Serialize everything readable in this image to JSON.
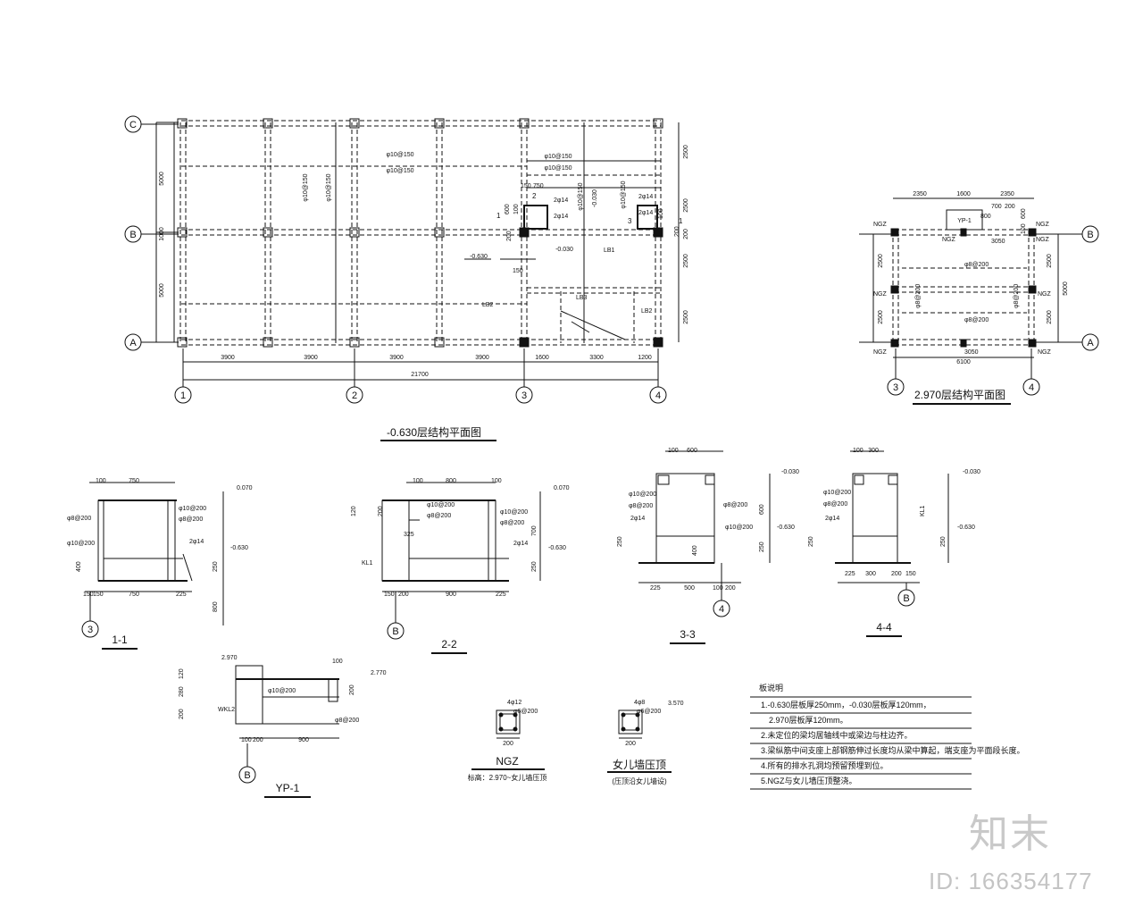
{
  "plan_main": {
    "title": "-0.630层结构平面图",
    "axes_letter": [
      "C",
      "B",
      "A"
    ],
    "axes_number": [
      "1",
      "2",
      "3",
      "4"
    ],
    "bottom_dims": [
      "3900",
      "3900",
      "3900",
      "3900",
      "1600",
      "3300",
      "1200"
    ],
    "total_dim": "21700",
    "left_dims": [
      "5000",
      "1000",
      "5000"
    ],
    "right_dims": [
      "2500",
      "2500",
      "200",
      "2500",
      "2500"
    ],
    "rebar_labels": [
      "φ10@150",
      "φ10@150",
      "φ10@150",
      "φ10@150",
      "φ10@150",
      "φ10@150",
      "φ10@150",
      "φ10@150"
    ],
    "level_labels": [
      "-0.630",
      "-0.030",
      "-0.030"
    ],
    "beam_labels": [
      "LB1",
      "LB2",
      "LB3",
      "LB2",
      "2φ14",
      "2φ14",
      "2φ14",
      "2φ14"
    ],
    "small_dims": [
      "150",
      "750",
      "600",
      "100",
      "200",
      "150",
      "1",
      "2",
      "3",
      "1",
      "100",
      "200"
    ]
  },
  "plan_right": {
    "title": "2.970层结构平面图",
    "top_dims": [
      "2350",
      "1600",
      "2350"
    ],
    "bottom_dim": "6100",
    "side_dims": [
      "2500",
      "2500",
      "5000"
    ],
    "labels": [
      "YP-1",
      "NGZ",
      "NGZ",
      "NGZ",
      "NGZ",
      "NGZ",
      "NGZ",
      "NGZ",
      "NGZ"
    ],
    "small_dims": [
      "700",
      "200",
      "800",
      "600",
      "100",
      "3050",
      "3050"
    ],
    "rebar_labels": [
      "φ8@200",
      "φ8@200",
      "φ8@200",
      "φ8@200"
    ],
    "axes": [
      "3",
      "4",
      "B",
      "A"
    ]
  },
  "sections": [
    {
      "title": "1-1",
      "axis": "3",
      "dims": [
        "100",
        "750",
        "150",
        "150",
        "750",
        "225",
        "400",
        "250",
        "800"
      ],
      "levels": [
        "0.070",
        "-0.630"
      ],
      "rebar": [
        "φ8@200",
        "φ10@200",
        "φ10@200",
        "φ8@200",
        "2φ14"
      ]
    },
    {
      "title": "2-2",
      "axis": "B",
      "dims": [
        "100",
        "800",
        "100",
        "150",
        "200",
        "900",
        "225",
        "120",
        "200",
        "325",
        "700",
        "250"
      ],
      "levels": [
        "0.070",
        "-0.630"
      ],
      "rebar": [
        "φ10@200",
        "φ8@200",
        "φ10@200",
        "φ8@200",
        "2φ14",
        "KL1"
      ]
    },
    {
      "title": "3-3",
      "axis": "4",
      "dims": [
        "100",
        "600",
        "225",
        "500",
        "100",
        "200",
        "600",
        "400",
        "250"
      ],
      "levels": [
        "-0.030",
        "-0.630"
      ],
      "rebar": [
        "φ10@200",
        "φ8@200",
        "2φ14",
        "φ10@200",
        "φ8@200"
      ]
    },
    {
      "title": "4-4",
      "axis": "B",
      "dims": [
        "100",
        "300",
        "225",
        "300",
        "200",
        "150",
        "250"
      ],
      "levels": [
        "-0.030",
        "-0.630"
      ],
      "rebar": [
        "φ10@200",
        "φ8@200",
        "2φ14",
        "KL1"
      ]
    }
  ],
  "detail_yp1": {
    "title": "YP-1",
    "axis": "B",
    "dims": [
      "100",
      "200",
      "900",
      "120",
      "280",
      "200",
      "100",
      "200"
    ],
    "levels": [
      "2.970",
      "2.770"
    ],
    "labels": [
      "φ10@200",
      "φ8@200",
      "WKL2"
    ]
  },
  "detail_ngz": {
    "title": "NGZ",
    "note": "标高：2.970~女儿墙压顶",
    "dim": "200",
    "rebar": [
      "4φ12",
      "φ6@200"
    ]
  },
  "detail_nz": {
    "title": "女儿墙压顶",
    "note": "(压顶沿女儿墙设)",
    "dim": "200",
    "rebar": [
      "4φ8",
      "φ6@200"
    ],
    "level": "3.570"
  },
  "notes": {
    "title": "板说明",
    "lines": [
      "1.-0.630层板厚250mm，-0.030层板厚120mm，",
      "2.970层板厚120mm。",
      "2.未定位的梁均居轴线中或梁边与柱边齐。",
      "3.梁纵筋中间支座上部钢筋伸过长度均从梁中算起，端支座为平面段长度。",
      "4.所有的排水孔洞均预留预埋到位。",
      "5.NGZ与女儿墙压顶整浇。"
    ]
  },
  "watermark": {
    "brand": "知末",
    "id": "ID: 166354177"
  },
  "colors": {
    "ink": "#111111",
    "watermark": "#c9c9c9"
  }
}
